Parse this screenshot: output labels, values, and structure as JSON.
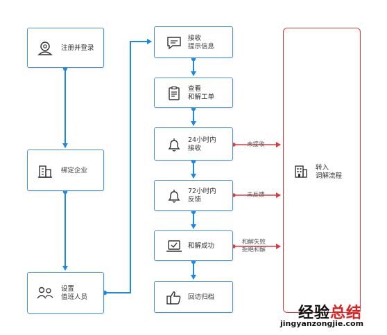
{
  "left_column": {
    "register": "注册并登录",
    "bind": "绑定企业",
    "setup": "设置\n值班人员"
  },
  "center_column": {
    "receive": "接收\n提示信息",
    "review": "查看\n和解工单",
    "h24": "24小时内\n接收",
    "h72": "72小时内\n反馈",
    "success": "和解成功",
    "revisit": "回访归档"
  },
  "side_labels": {
    "not_received": "未接收",
    "no_feedback": "未反馈",
    "failed": "和解失败\n拒绝和解"
  },
  "right_box": {
    "label": "转入\n调解流程"
  },
  "watermark": {
    "text_a": "经验",
    "text_b": "总结",
    "url": "jingyanzongjie.com"
  },
  "colors": {
    "accent_blue": "#1e88e5",
    "box_border": "#4a90d9",
    "accent_red": "#e0393e"
  }
}
